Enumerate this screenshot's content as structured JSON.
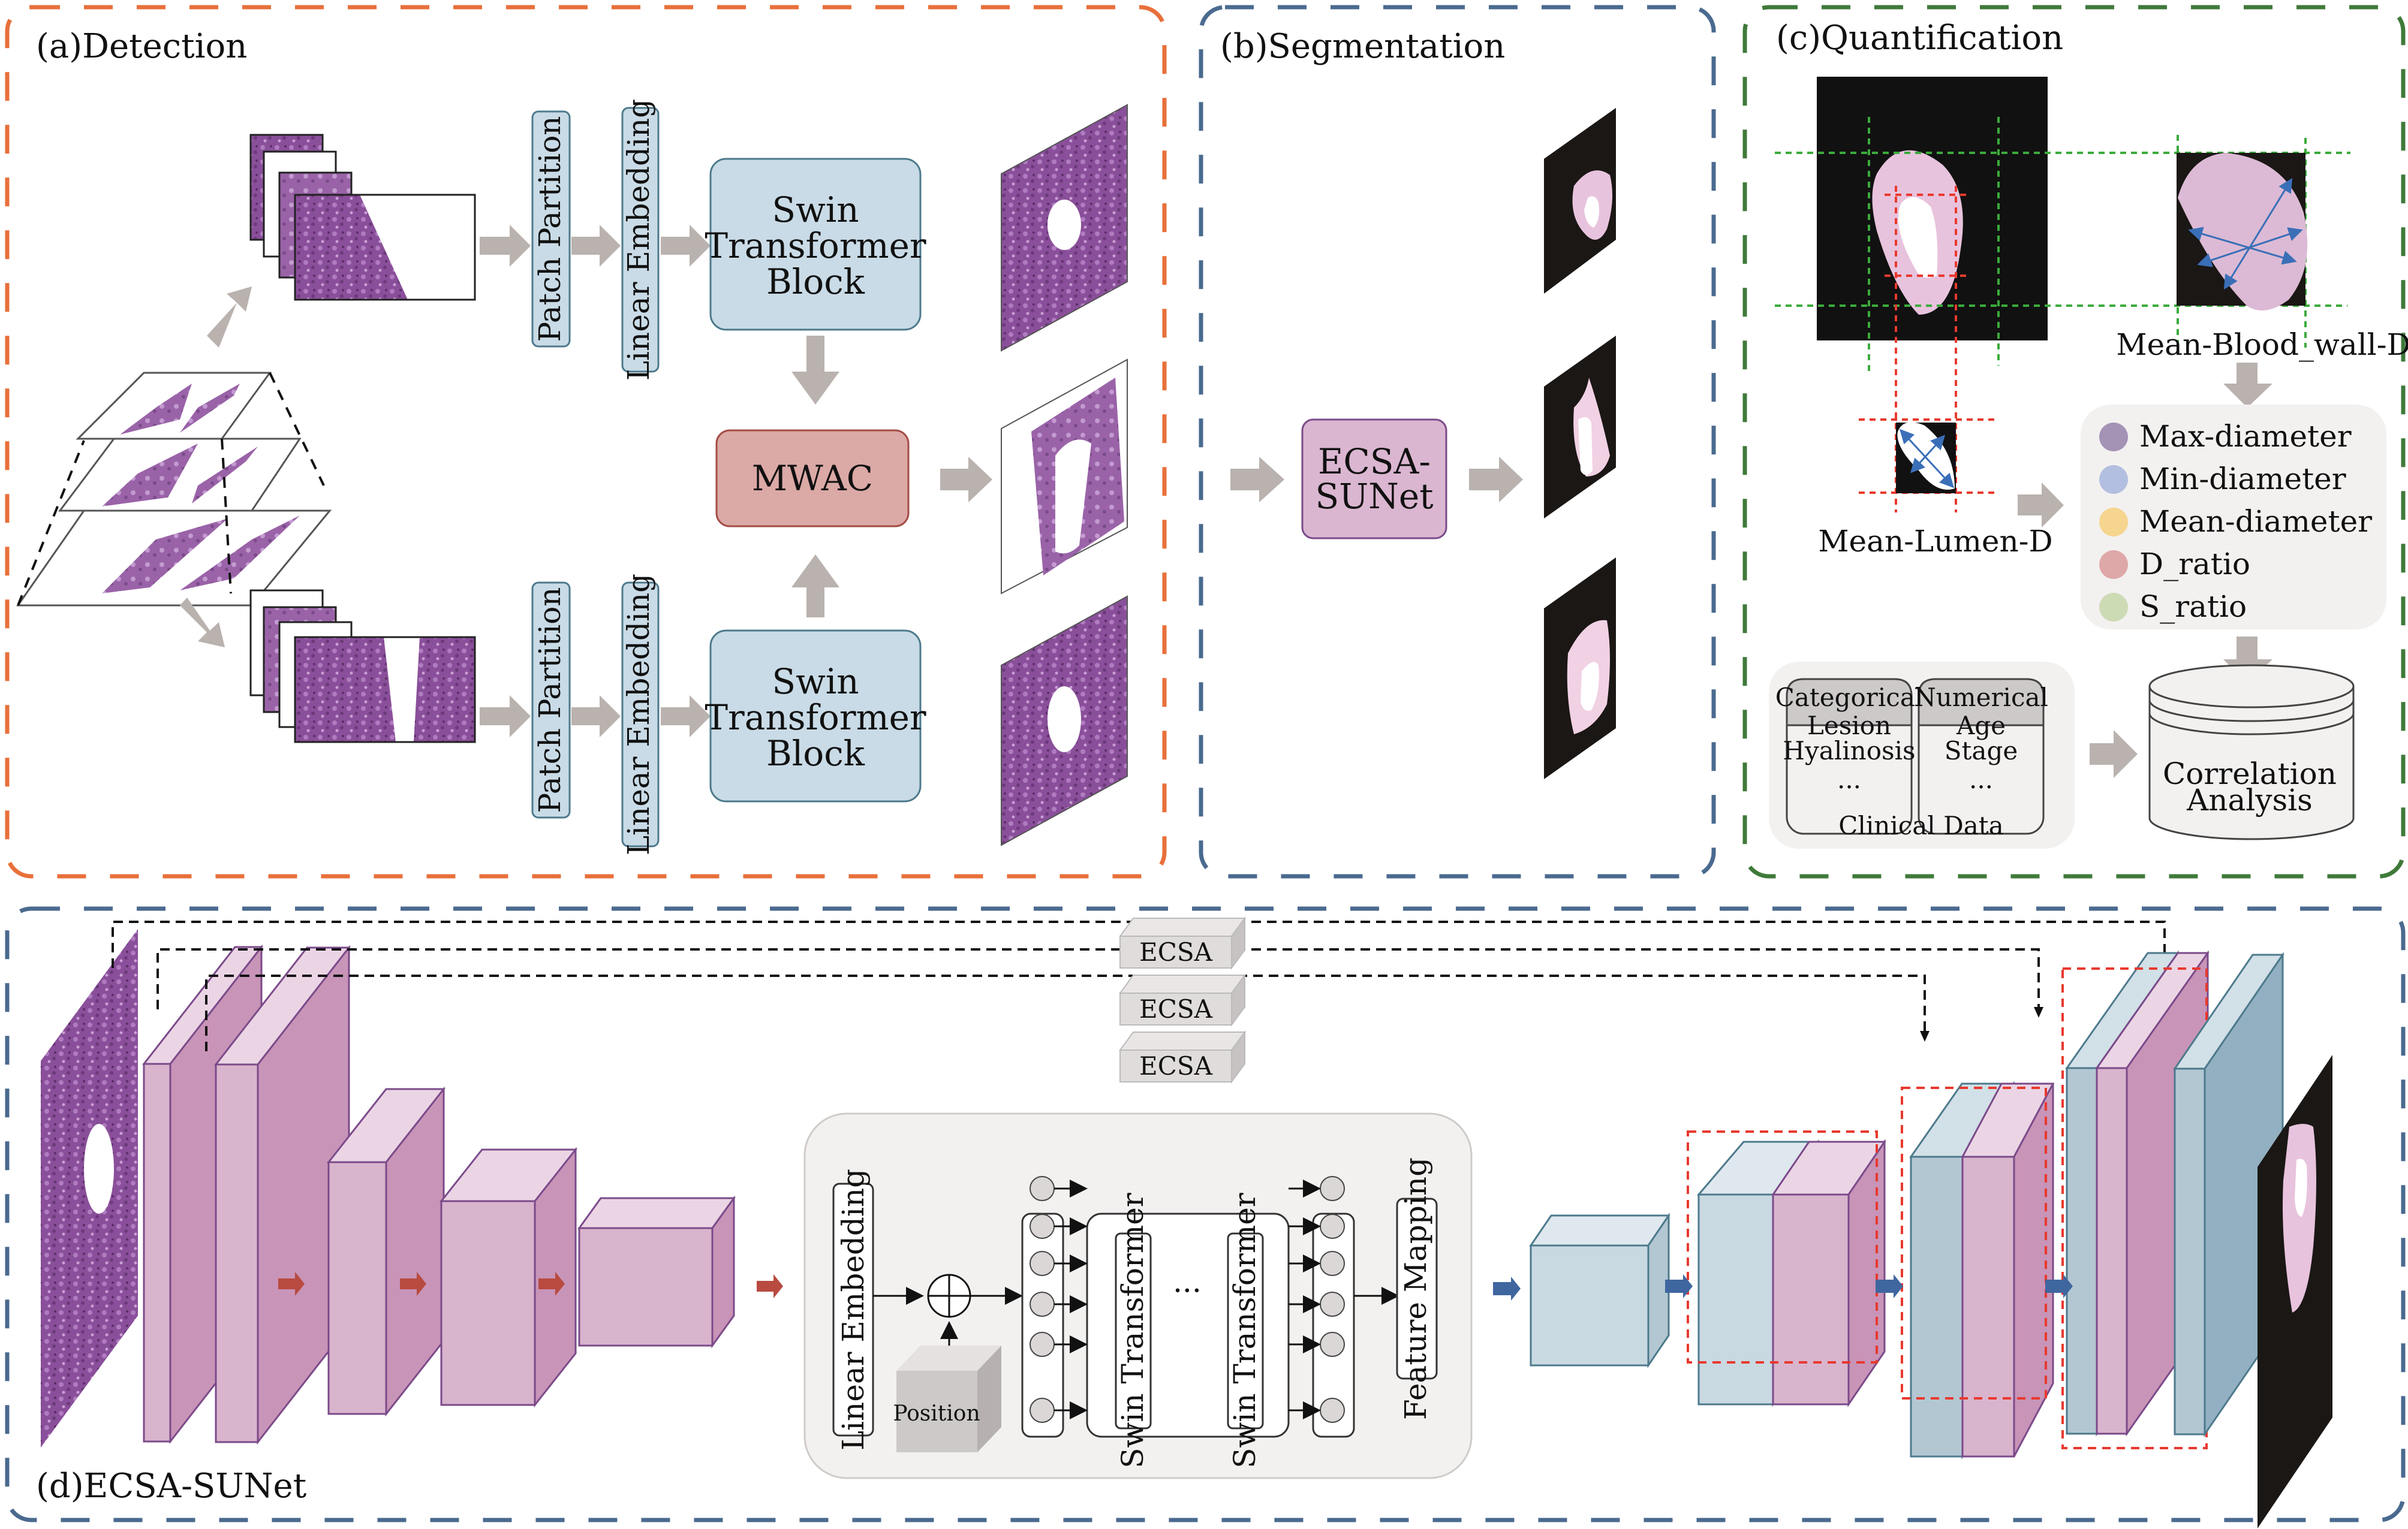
{
  "panels": {
    "detection": {
      "title": "(a)Detection",
      "patch_partition": "Patch Partition",
      "linear_embedding": "Linear Embedding",
      "swin_block_line1": "Swin",
      "swin_block_line2": "Transformer",
      "swin_block_line3": "Block",
      "mwac": "MWAC"
    },
    "segmentation": {
      "title": "(b)Segmentation",
      "model_line1": "ECSA-",
      "model_line2": "SUNet"
    },
    "quantification": {
      "title": "(c)Quantification",
      "wall_label": "Mean-Blood_wall-D",
      "lumen_label": "Mean-Lumen-D",
      "metrics": [
        {
          "label": "Max-diameter",
          "color": "#a593b6"
        },
        {
          "label": "Min-diameter",
          "color": "#b3bfe0"
        },
        {
          "label": "Mean-diameter",
          "color": "#f6d58f"
        },
        {
          "label": "D_ratio",
          "color": "#dfa8a8"
        },
        {
          "label": "S_ratio",
          "color": "#cddbb5"
        }
      ],
      "clinical": {
        "title": "Clinical Data",
        "categorical_header": "Categorical",
        "categorical_items": [
          "Lesion",
          "Hyalinosis",
          "..."
        ],
        "numerical_header": "Numerical",
        "numerical_items": [
          "Age",
          "Stage",
          "..."
        ]
      },
      "correlation_line1": "Correlation",
      "correlation_line2": "Analysis"
    },
    "network": {
      "title": "(d)ECSA-SUNet",
      "ecsa_labels": [
        "ECSA",
        "ECSA",
        "ECSA"
      ],
      "linear_embedding": "Linear Embedding",
      "position": "Position",
      "swin_transformer_1": "Swin Transformer",
      "swin_transformer_2": "Swin Transformer",
      "ellipsis": "···",
      "feature_mapping": "Feature Mapping"
    }
  },
  "colors": {
    "detection_border": "#e8703a",
    "segmentation_border": "#4a6a8f",
    "quantification_border": "#3f7a3a",
    "network_border": "#4a6a8f",
    "swin_block_fill": "#c9dbe6",
    "mwac_fill": "#dba9a6",
    "ecsa_sunet_fill": "#dab6d0",
    "encoder_pink": "#d9b4cd",
    "decoder_blue": "#c9d9e2",
    "down_arrow": "#b84a40",
    "up_arrow": "#4066a0"
  }
}
